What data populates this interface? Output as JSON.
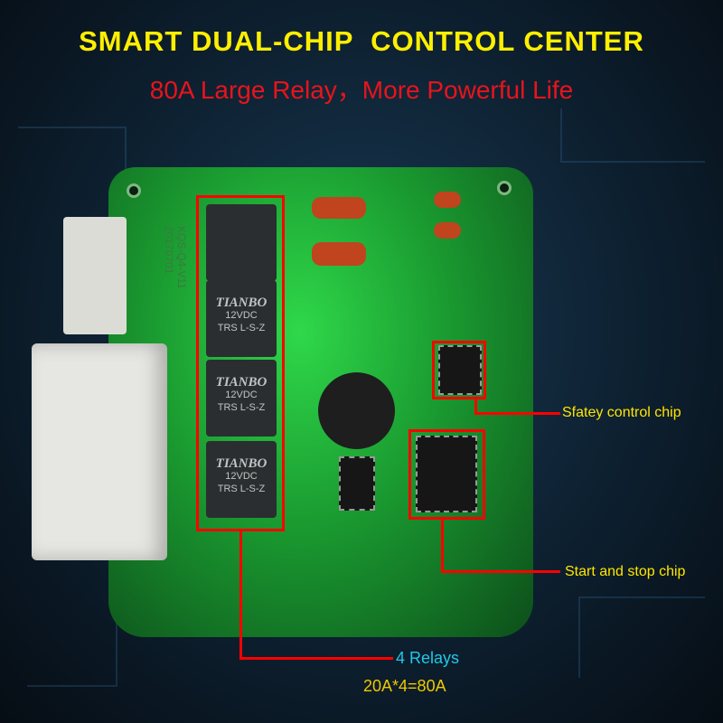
{
  "header": {
    "title": "SMART DUAL-CHIP  CONTROL CENTER",
    "subtitle": "80A Large Relay，More Powerful Life"
  },
  "board": {
    "silkscreen": [
      "KQS-Q4-V11",
      "20170701"
    ],
    "relays": [
      {
        "brand": "",
        "rating": "",
        "model": ""
      },
      {
        "brand": "TIANBO",
        "rating": "12VDC",
        "model": "TRS  L-S-Z"
      },
      {
        "brand": "TIANBO",
        "rating": "12VDC",
        "model": "TRS  L-S-Z"
      },
      {
        "brand": "TIANBO",
        "rating": "12VDC",
        "model": "TRS  L-S-Z"
      }
    ]
  },
  "callouts": {
    "safety_chip": "Sfatey control chip",
    "start_stop_chip": "Start and stop chip",
    "relays": "4 Relays",
    "relays_calc": "20A*4=80A"
  },
  "colors": {
    "title": "#ffef00",
    "subtitle": "#e8141c",
    "highlight": "#ff0000",
    "relays_label": "#22c8e8",
    "calc": "#f0c800"
  }
}
